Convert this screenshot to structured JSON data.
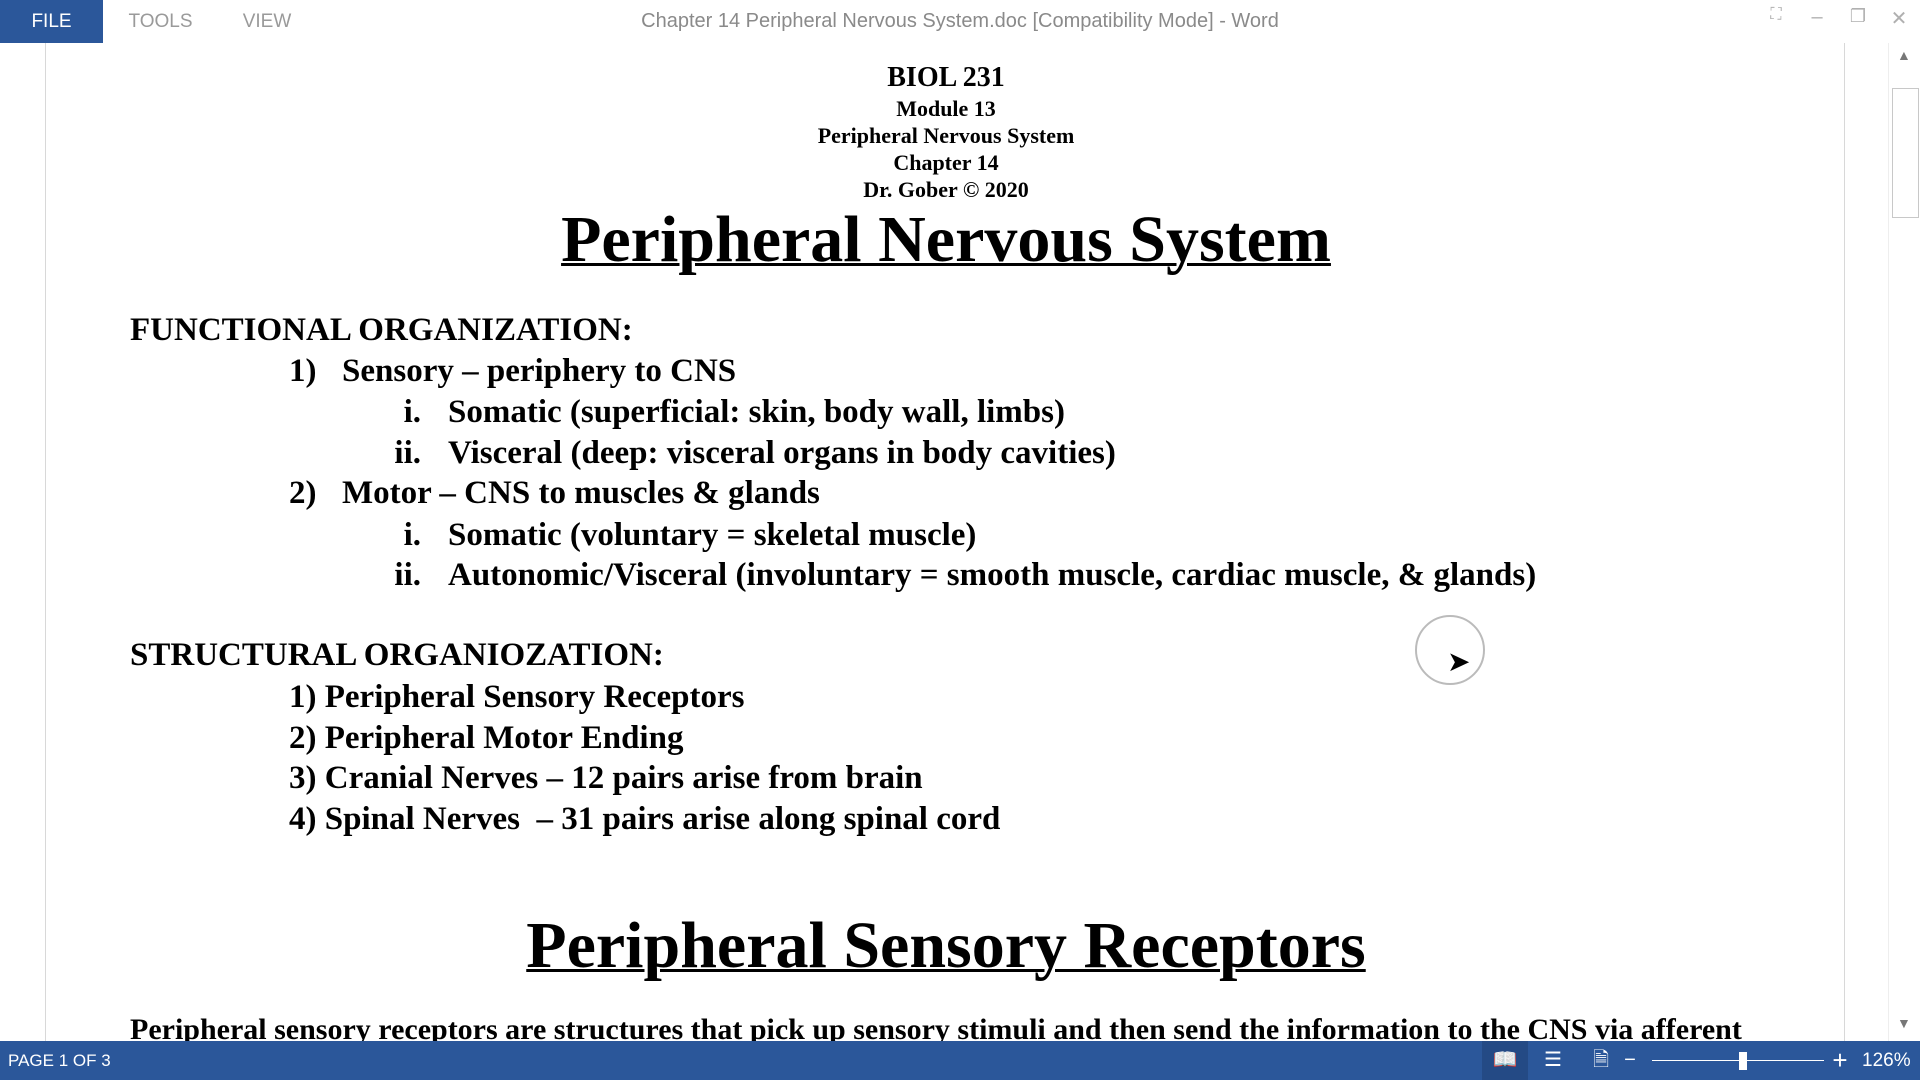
{
  "menu": {
    "tabs": [
      "FILE",
      "TOOLS",
      "VIEW"
    ]
  },
  "window": {
    "title": "Chapter 14 Peripheral Nervous System.doc [Compatibility Mode] - Word"
  },
  "document": {
    "header": [
      "BIOL 231",
      "Module 13",
      "Peripheral Nervous System",
      "Chapter 14",
      "Dr. Gober © 2020"
    ],
    "title": "Peripheral Nervous System",
    "functional": {
      "heading": "FUNCTIONAL ORGANIZATION:",
      "items": [
        {
          "num": "1)",
          "text": "Sensory – periphery to CNS",
          "sub": [
            {
              "num": "i.",
              "text": "Somatic (superficial: skin, body wall, limbs)"
            },
            {
              "num": "ii.",
              "text": "Visceral (deep: visceral organs in body cavities)"
            }
          ]
        },
        {
          "num": "2)",
          "text": "Motor – CNS to muscles & glands",
          "sub": [
            {
              "num": "i.",
              "text": "Somatic (voluntary = skeletal muscle)"
            },
            {
              "num": "ii.",
              "text": "Autonomic/Visceral (involuntary = smooth muscle, cardiac muscle, & glands)"
            }
          ]
        }
      ]
    },
    "structural": {
      "heading": "STRUCTURAL ORGANIOZATION:",
      "items": [
        "1) Peripheral Sensory Receptors",
        "2) Peripheral Motor Ending",
        "3) Cranial Nerves – 12 pairs arise from brain",
        "4) Spinal Nerves  – 31 pairs arise along spinal cord"
      ]
    },
    "section_title": "Peripheral Sensory Receptors",
    "paragraph": "Peripheral sensory receptors are structures that pick up sensory stimuli and then send the information to the CNS via afferent"
  },
  "status": {
    "page": "PAGE 1 OF 3",
    "zoom": "126%",
    "zoom_level_percent": 126
  },
  "colors": {
    "accent": "#2b579a"
  }
}
